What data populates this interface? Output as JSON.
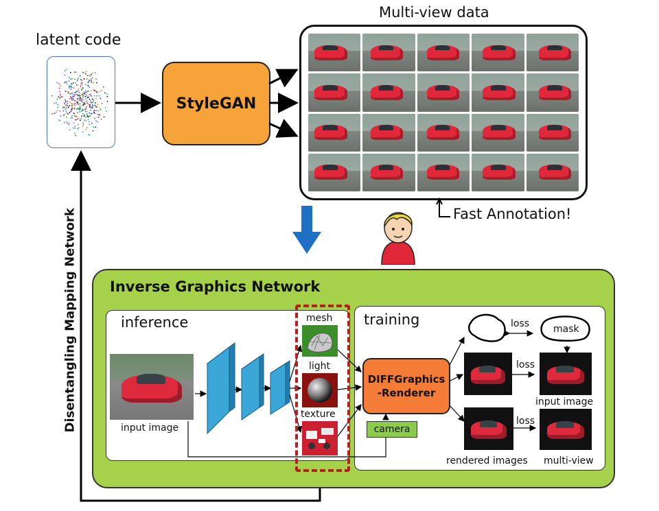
{
  "top": {
    "latent_label": "latent code",
    "stylegan_label": "StyleGAN",
    "multiview_label": "Multi-view data",
    "fast_annotation": "Fast Annotation!"
  },
  "side": {
    "mapping_label": "Disentangling Mapping Network"
  },
  "ign": {
    "title": "Inverse Graphics Network",
    "inference_label": "inference",
    "training_label": "training",
    "input_image_label": "input image",
    "mesh_label": "mesh",
    "light_label": "light",
    "texture_label": "texture",
    "renderer_label_1": "DIFFGraphics",
    "renderer_label_2": "-Renderer",
    "camera_label": "camera",
    "loss_label": "loss",
    "mask_label": "mask",
    "train_input_label": "input image",
    "rendered_label": "rendered images",
    "multiview_label": "multi-view"
  },
  "colors": {
    "stylegan": "#f6a43a",
    "renderer": "#f57c36",
    "ign_bg": "#a6d14a",
    "camera": "#8dcb4f",
    "cnn": "#3aa7d8",
    "arrow_blue": "#1f6fc4",
    "dash_red": "#b22222"
  }
}
